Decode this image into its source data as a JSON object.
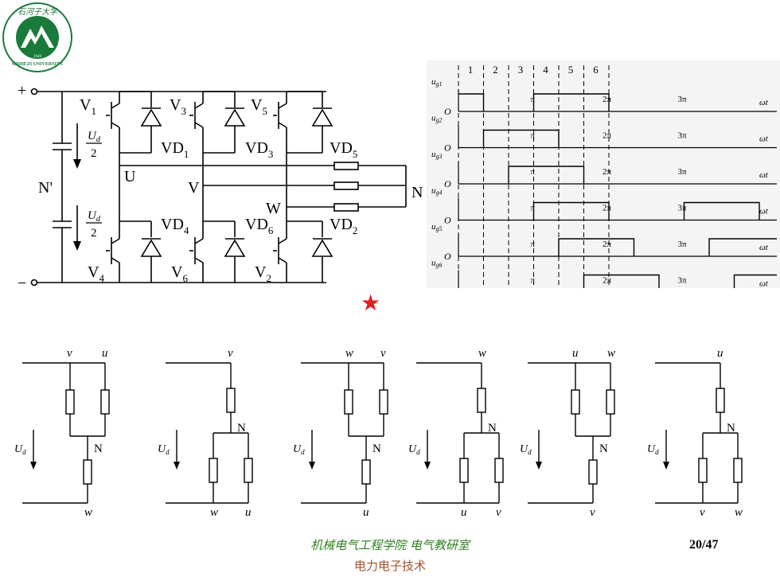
{
  "logo": {
    "top_text": "石河子大学",
    "name": "SHIHEZI UNIVERSITY",
    "year": "1949"
  },
  "circuit": {
    "plus": "+",
    "minus": "−",
    "neutral_left": "N'",
    "neutral_right": "N",
    "ud": "U",
    "ud_sub": "d",
    "half": "2",
    "switches": [
      {
        "name": "V",
        "sub": "1"
      },
      {
        "name": "V",
        "sub": "3"
      },
      {
        "name": "V",
        "sub": "5"
      },
      {
        "name": "V",
        "sub": "4"
      },
      {
        "name": "V",
        "sub": "6"
      },
      {
        "name": "V",
        "sub": "2"
      }
    ],
    "diodes": [
      {
        "name": "VD",
        "sub": "1"
      },
      {
        "name": "VD",
        "sub": "3"
      },
      {
        "name": "VD",
        "sub": "5"
      },
      {
        "name": "VD",
        "sub": "4"
      },
      {
        "name": "VD",
        "sub": "6"
      },
      {
        "name": "VD",
        "sub": "2"
      }
    ],
    "phases": [
      "U",
      "V",
      "W"
    ]
  },
  "waveforms": {
    "intervals": [
      "1",
      "2",
      "3",
      "4",
      "5",
      "6"
    ],
    "origin": "O",
    "axis": "ωt",
    "ticks": [
      "π",
      "2π",
      "3π"
    ],
    "signals": [
      {
        "name": "u",
        "sub": "g1"
      },
      {
        "name": "u",
        "sub": "g2"
      },
      {
        "name": "u",
        "sub": "g3"
      },
      {
        "name": "u",
        "sub": "g4"
      },
      {
        "name": "u",
        "sub": "g5"
      },
      {
        "name": "u",
        "sub": "g6"
      }
    ]
  },
  "subnets": [
    {
      "top": [
        "v",
        "u"
      ],
      "bottom": [
        "w"
      ],
      "n": "N",
      "ud": "U",
      "ud_sub": "d"
    },
    {
      "top": [
        "v"
      ],
      "bottom": [
        "w",
        "u"
      ],
      "n": "N",
      "ud": "U",
      "ud_sub": "d"
    },
    {
      "top": [
        "w",
        "v"
      ],
      "bottom": [
        "u"
      ],
      "n": "N",
      "ud": "U",
      "ud_sub": "d"
    },
    {
      "top": [
        "w"
      ],
      "bottom": [
        "u",
        "v"
      ],
      "n": "N",
      "ud": "U",
      "ud_sub": "d"
    },
    {
      "top": [
        "u",
        "w"
      ],
      "bottom": [
        "v"
      ],
      "n": "N",
      "ud": "U",
      "ud_sub": "d"
    },
    {
      "top": [
        "u"
      ],
      "bottom": [
        "v",
        "w"
      ],
      "n": "N",
      "ud": "U",
      "ud_sub": "d"
    }
  ],
  "footer": {
    "dept": "机械电气工程学院 电气教研室",
    "course": "电力电子技术",
    "page": "20/47"
  },
  "colors": {
    "logo_green": "#1a7a3a",
    "star": "#e02020",
    "dept_text": "#2e7d1e",
    "course_text": "#a0522d"
  }
}
